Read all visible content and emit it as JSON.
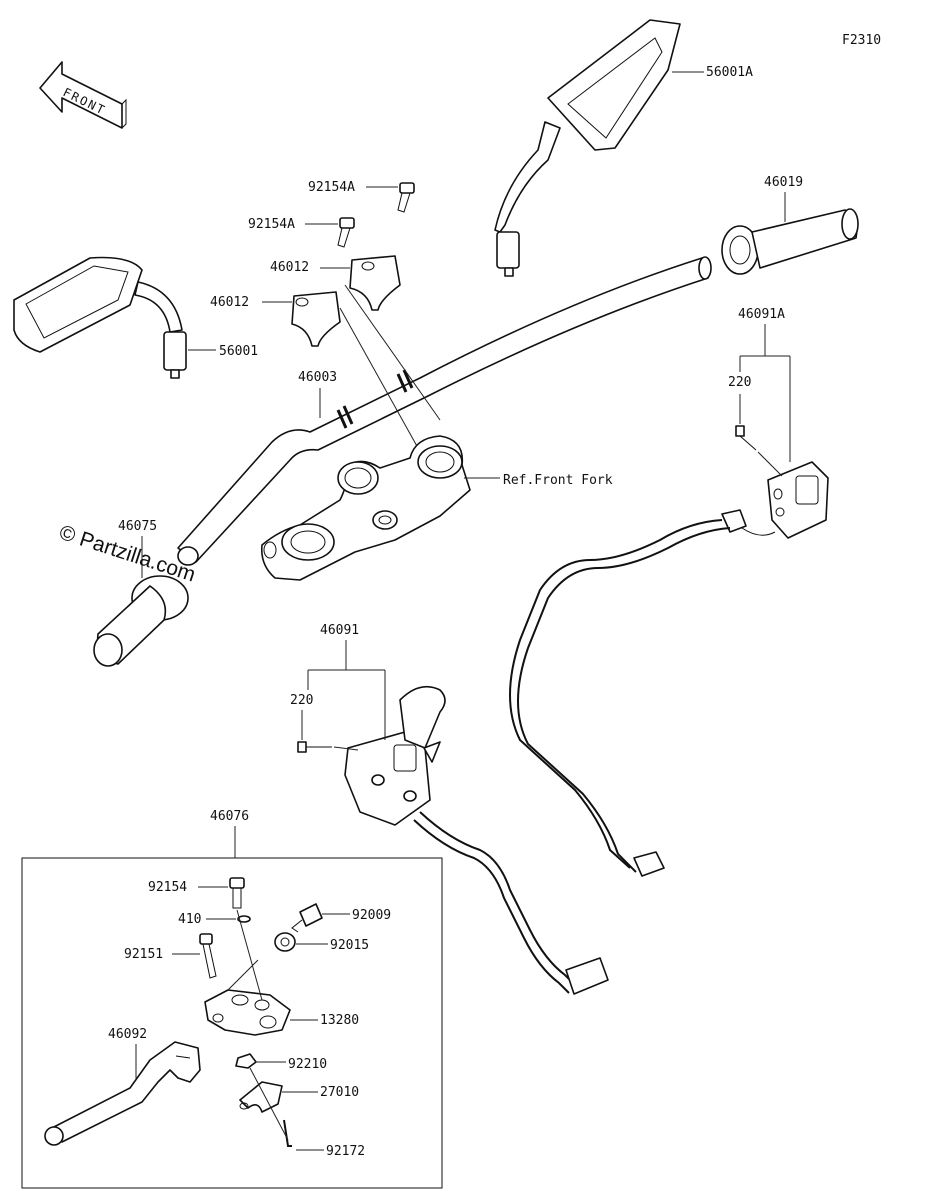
{
  "figure_code": "F2310",
  "watermark": "© Partzilla.com",
  "direction_label": "FRONT",
  "callouts": {
    "mirror_left": "56001A",
    "grip_right": "46019",
    "bolt_a1": "92154A",
    "bolt_a2": "92154A",
    "holder_upper_1": "46012",
    "holder_upper_2": "46012",
    "mirror_right": "56001",
    "handlebar": "46003",
    "switch_right": "46091A",
    "screw_right": "220",
    "ref_fork": "Ref.Front Fork",
    "grip_left": "46075",
    "switch_left": "46091",
    "screw_left": "220",
    "lever_assy": "46076",
    "bolt_92154": "92154",
    "washer_410": "410",
    "screw_92009": "92009",
    "washer_92015": "92015",
    "bolt_92151": "92151",
    "bracket_13280": "13280",
    "nut_92210": "92210",
    "lever_46092": "46092",
    "clamp_27010": "27010",
    "screw_92172": "92172"
  }
}
